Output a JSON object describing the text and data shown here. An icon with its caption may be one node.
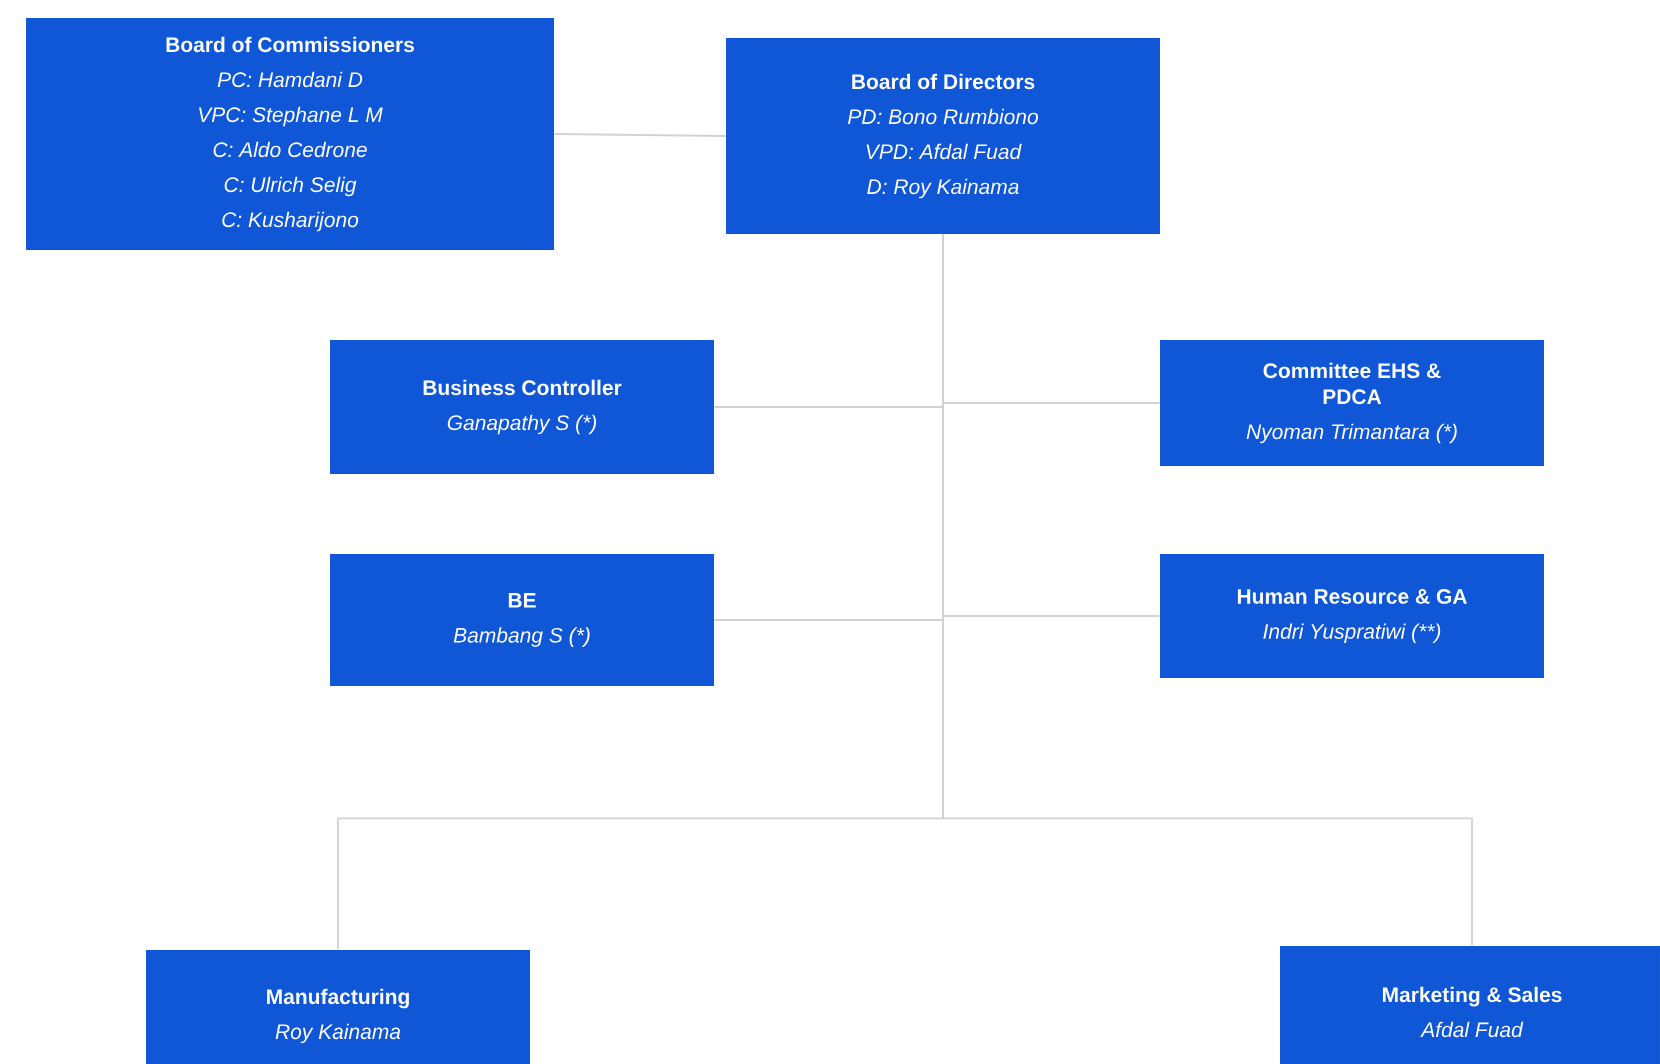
{
  "diagram": {
    "nodes": [
      {
        "text": [
          "Board of Commissioners",
          "PC: Hamdani D",
          "VPC:  Stephane L M",
          "C: Aldo Cedrone",
          "C: Ulrich Selig",
          "C: Kusharijono"
        ]
      },
      {
        "text": [
          "Board of Directors",
          "PD: Bono Rumbiono",
          "VPD: Afdal Fuad",
          "D: Roy Kainama"
        ]
      },
      {
        "text": [
          "Business Controller",
          "Ganapathy S (*)"
        ]
      },
      {
        "text": [
          "Committee EHS & PDCA",
          "Nyoman Trimantara (*)"
        ]
      },
      {
        "text": [
          "BE",
          "Bambang S (*)"
        ]
      },
      {
        "text": [
          "Human Resource & GA",
          "Indri Yuspratiwi  (**)"
        ]
      },
      {
        "text": [
          "Manufacturing",
          "Roy Kainama"
        ]
      },
      {
        "text": [
          "Marketing & Sales",
          "Afdal Fuad"
        ]
      }
    ],
    "edges": [
      {
        "from": 0,
        "to": 1,
        "arrow": "none"
      },
      {
        "from": 1,
        "to": 2,
        "arrow": "none"
      },
      {
        "from": 1,
        "to": 3,
        "arrow": "none"
      },
      {
        "from": 1,
        "to": 4,
        "arrow": "none"
      },
      {
        "from": 1,
        "to": 5,
        "arrow": "none"
      },
      {
        "from": 1,
        "to": 6,
        "arrow": "none"
      },
      {
        "from": 1,
        "to": 7,
        "arrow": "none"
      }
    ]
  }
}
